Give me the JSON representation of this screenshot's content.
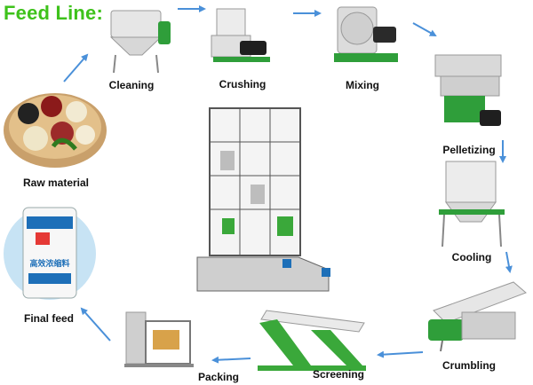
{
  "title": "Feed Line:",
  "steps": [
    {
      "label": "Cleaning"
    },
    {
      "label": "Crushing"
    },
    {
      "label": "Mixing"
    },
    {
      "label": "Pelletizing"
    },
    {
      "label": "Cooling"
    },
    {
      "label": "Crumbling"
    },
    {
      "label": "Screening"
    },
    {
      "label": "Packing"
    },
    {
      "label": "Final feed"
    },
    {
      "label": "Raw material"
    }
  ],
  "bag": {
    "brand": "高效浓缩料"
  },
  "colors": {
    "title": "#3ec21b",
    "arrow": "#4a90d9",
    "machine_green": "#3aa83a"
  }
}
